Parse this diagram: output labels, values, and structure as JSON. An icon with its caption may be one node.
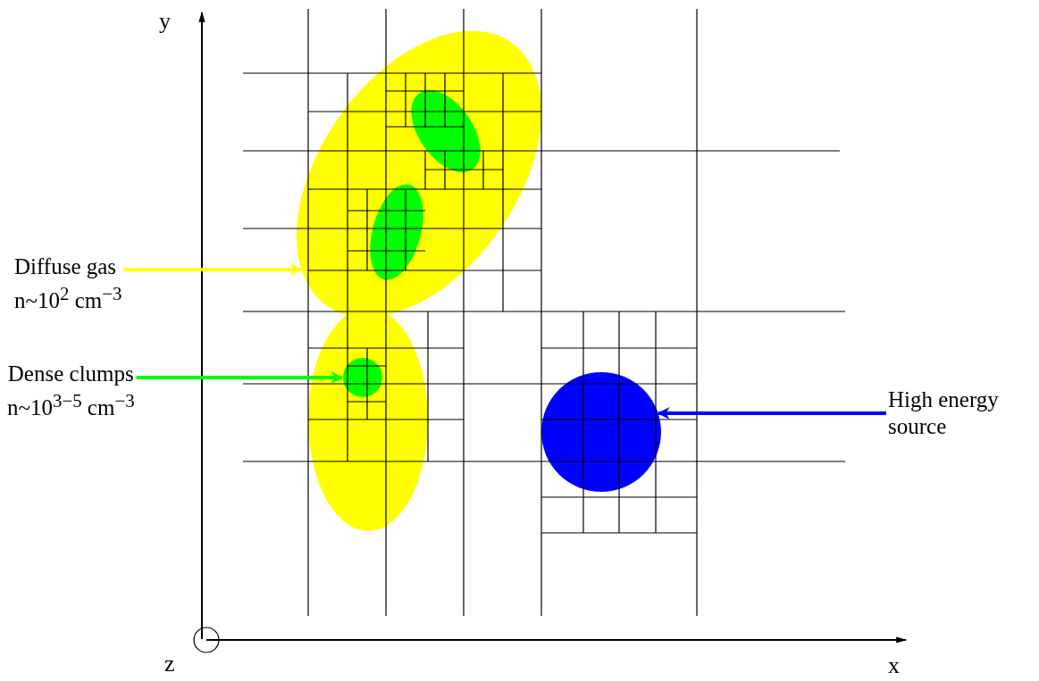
{
  "diagram": {
    "nodes": [
      {
        "text": [
          "Diffuse gas",
          "n~10$^{2}$ cm$^{−3}$"
        ]
      },
      {
        "text": [],
        "shape": "ellipse"
      },
      {
        "text": [
          "Dense clumps",
          "n~10$^{3−5}$ cm$^{−3}$"
        ]
      },
      {
        "text": [],
        "shape": "circle"
      },
      {
        "text": [
          "High energy source"
        ]
      },
      {
        "text": [],
        "shape": "circle"
      }
    ],
    "edges": [
      {
        "from": 0,
        "to": 1,
        "arrow": "to",
        "color": "#ffff00"
      },
      {
        "from": 2,
        "to": 3,
        "arrow": "to",
        "color": "#00ff00"
      },
      {
        "from": 4,
        "to": 5,
        "arrow": "to",
        "color": "#0000ff"
      }
    ],
    "labels": [
      "y",
      "z",
      "x"
    ]
  }
}
